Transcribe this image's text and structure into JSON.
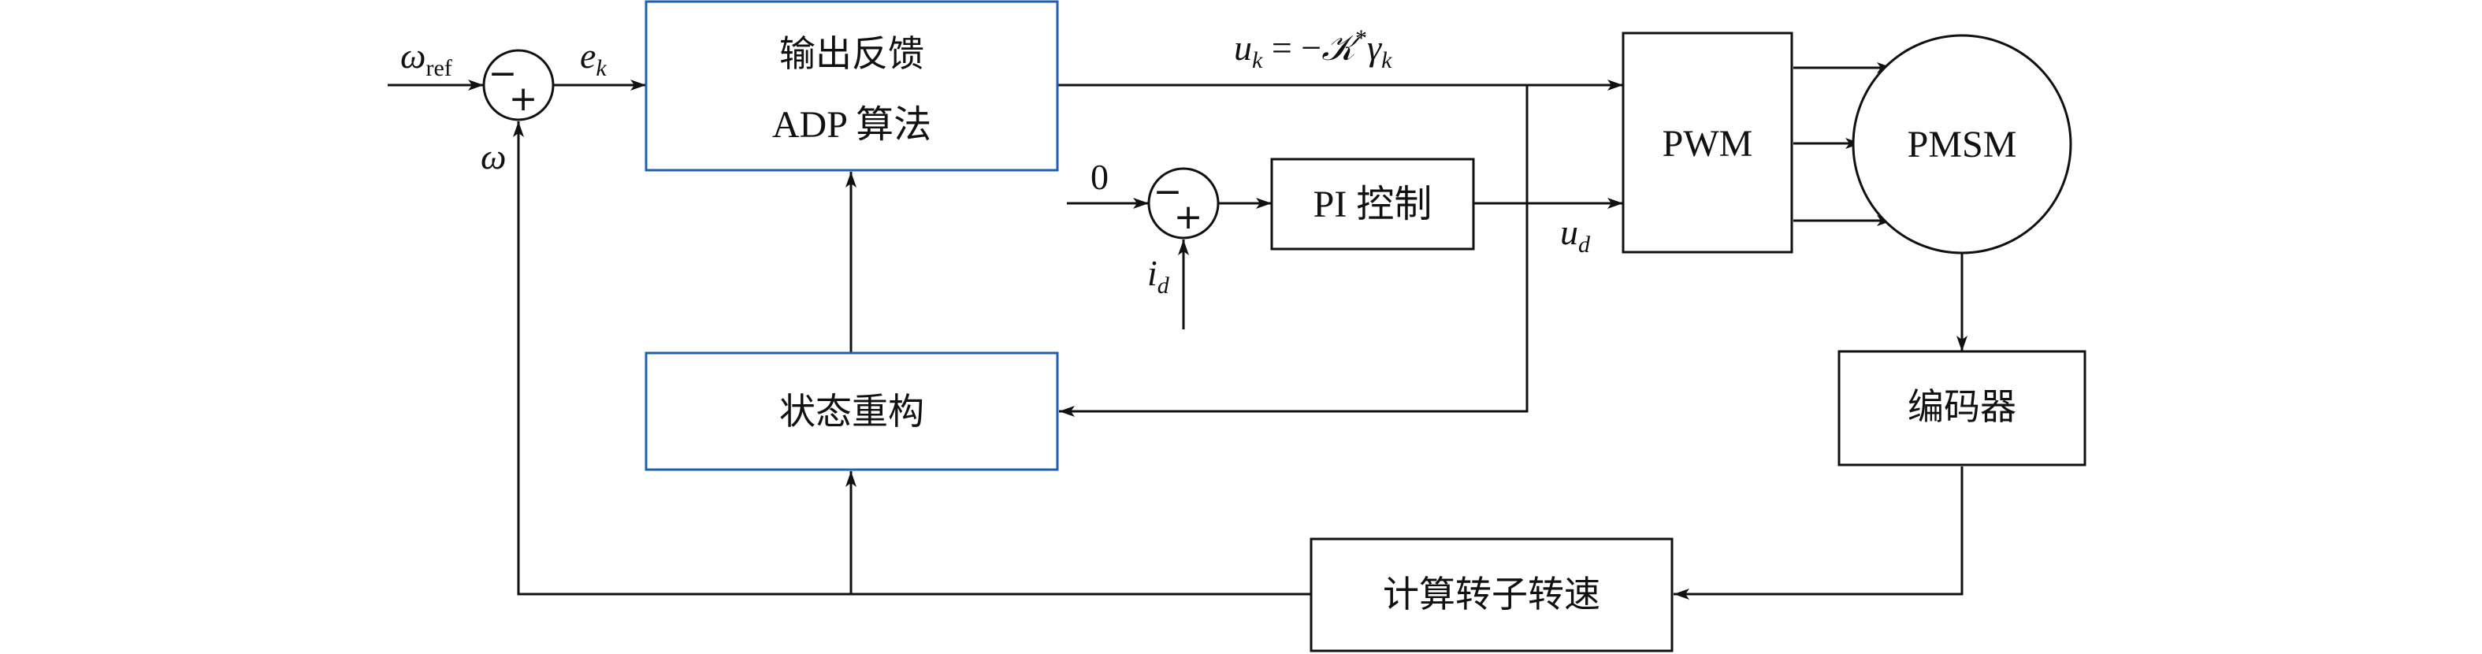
{
  "blocks": {
    "adp_line1": "输出反馈",
    "adp_line2": "ADP 算法",
    "state_recon": "状态重构",
    "pi_control": "PI 控制",
    "pwm": "PWM",
    "pmsm": "PMSM",
    "encoder": "编码器",
    "rotor_speed": "计算转子转速"
  },
  "signals": {
    "omega_ref_main": "ω",
    "omega_ref_sub": "ref",
    "omega_feedback": "ω",
    "e_main": "e",
    "e_sub": "k",
    "uk_main": "u",
    "uk_sub": "k",
    "uk_eq": " = −",
    "uk_K": "𝒦",
    "uk_star": "*",
    "uk_gamma": "γ",
    "uk_gamma_sub": "k",
    "ud_main": "u",
    "ud_sub": "d",
    "id_main": "i",
    "id_sub": "d",
    "zero_ref": "0"
  },
  "junctions": {
    "sum1_minus": "−",
    "sum1_plus": "+",
    "sum2_minus": "−",
    "sum2_plus": "+"
  },
  "colors": {
    "block_border_blue": "#1f5fae",
    "line": "#111111"
  }
}
